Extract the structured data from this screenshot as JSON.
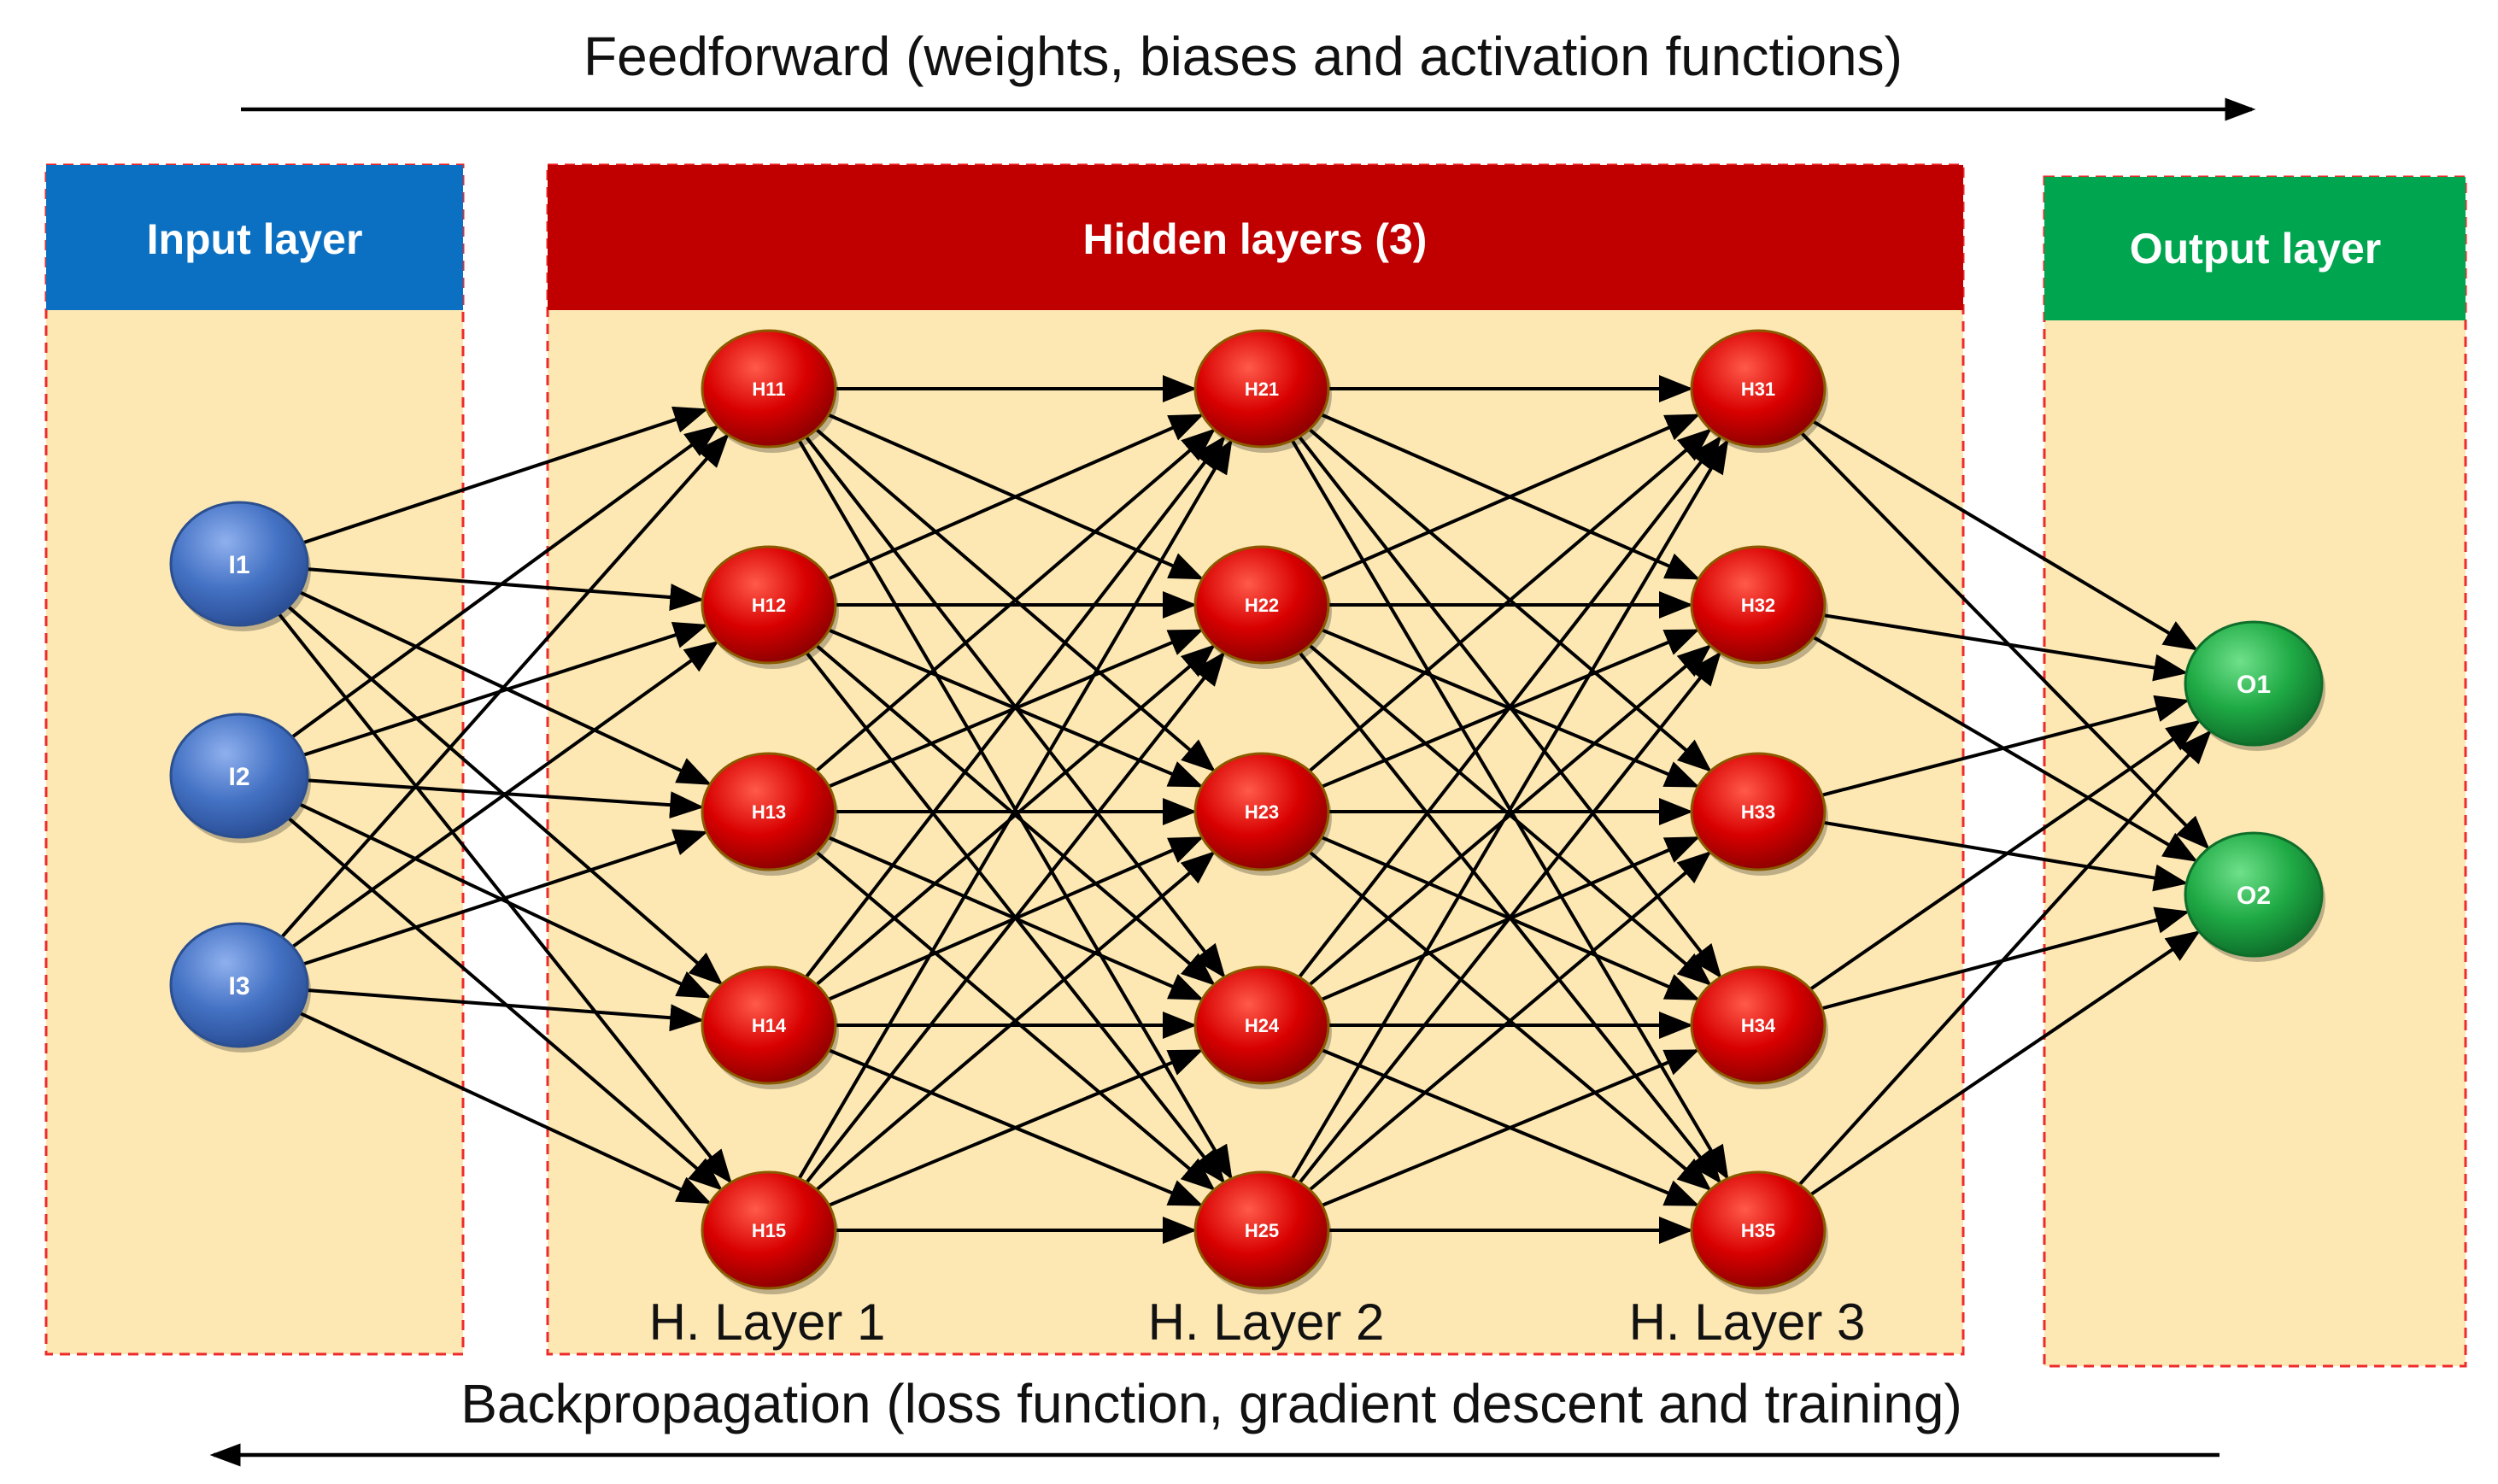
{
  "feedforward_caption": "Feedforward (weights, biases and activation functions)",
  "backprop_caption": "Backpropagation (loss function, gradient descent and training)",
  "sections": {
    "input": {
      "header": "Input layer",
      "color": "#0b70c2"
    },
    "hidden": {
      "header": "Hidden layers (3)",
      "color": "#c00000"
    },
    "output": {
      "header": "Output layer",
      "color": "#00a550"
    }
  },
  "hidden_layer_labels": [
    "H. Layer 1",
    "H. Layer 2",
    "H. Layer 3"
  ],
  "layers": [
    {
      "kind": "input",
      "nodes": [
        "I1",
        "I2",
        "I3"
      ]
    },
    {
      "kind": "hidden",
      "nodes": [
        "H11",
        "H12",
        "H13",
        "H14",
        "H15"
      ]
    },
    {
      "kind": "hidden",
      "nodes": [
        "H21",
        "H22",
        "H23",
        "H24",
        "H25"
      ]
    },
    {
      "kind": "hidden",
      "nodes": [
        "H31",
        "H32",
        "H33",
        "H34",
        "H35"
      ]
    },
    {
      "kind": "output",
      "nodes": [
        "O1",
        "O2"
      ]
    }
  ],
  "node_colors": {
    "input": "#4472c4",
    "hidden": "#e00000",
    "output": "#22b34c"
  }
}
